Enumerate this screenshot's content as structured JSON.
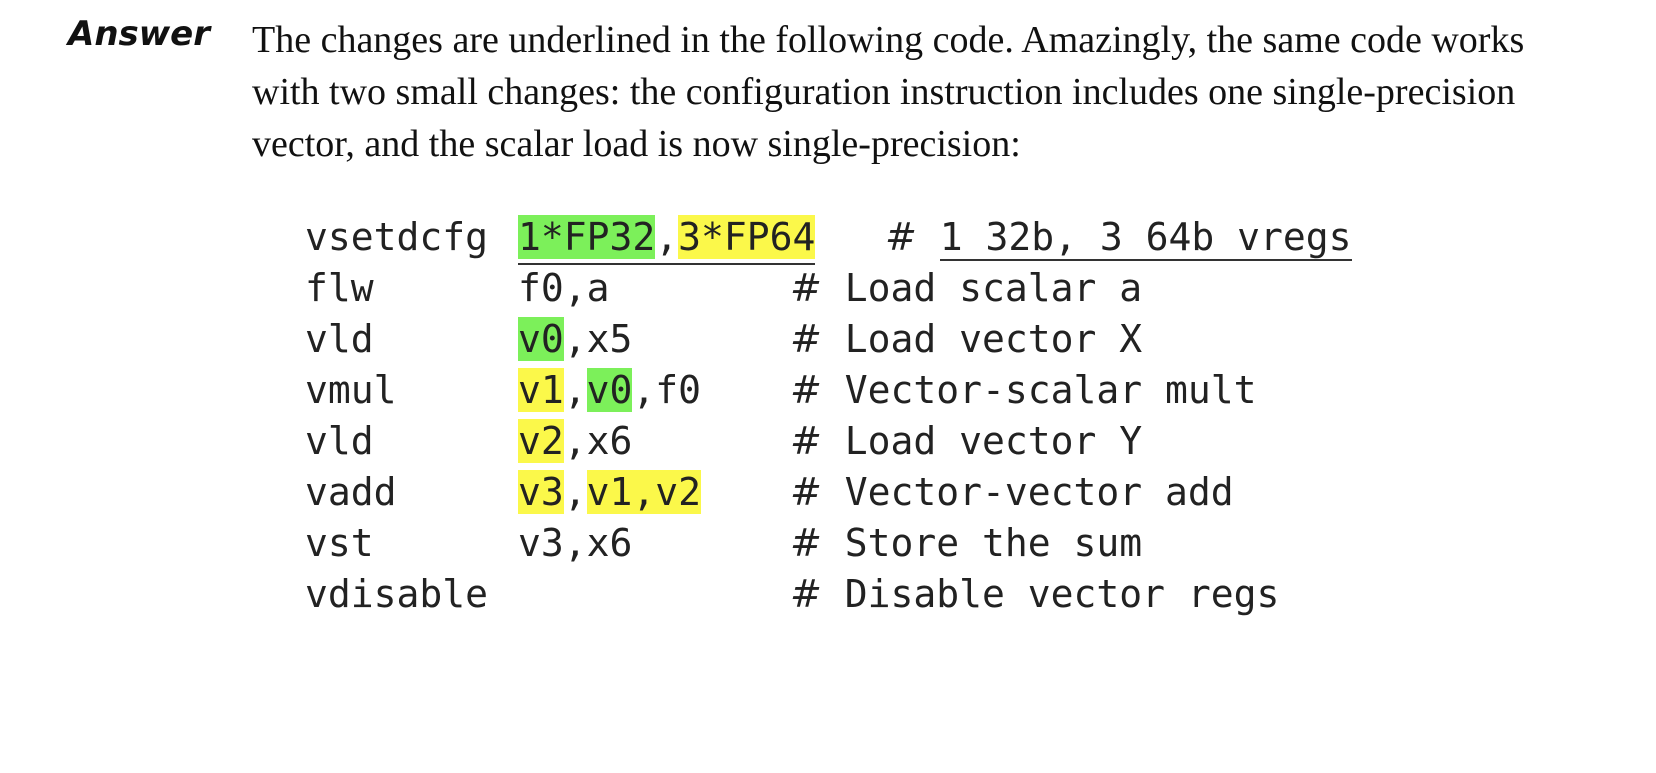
{
  "answer": {
    "label": "Answer",
    "lines": [
      "The changes are underlined in the following code. Amazingly, the same code works",
      "with two small changes: the configuration instruction includes one single-precision",
      "vector, and the scalar load is now single-precision:"
    ]
  },
  "code": [
    {
      "op": "vsetdcfg",
      "args": [
        {
          "text": "1*FP32",
          "hl": "green"
        },
        {
          "text": ","
        },
        {
          "text": "3*FP64",
          "hl": "yellow"
        }
      ],
      "hash": "#",
      "comment": "1 32b, 3 64b vregs"
    },
    {
      "op": "flw",
      "args": [
        {
          "text": "f0,a"
        }
      ],
      "hash": "#",
      "comment": "Load scalar a"
    },
    {
      "op": "vld",
      "args": [
        {
          "text": "v0",
          "hl": "green"
        },
        {
          "text": ",x5"
        }
      ],
      "hash": "#",
      "comment": "Load vector X"
    },
    {
      "op": "vmul",
      "args": [
        {
          "text": "v1",
          "hl": "yellow"
        },
        {
          "text": ","
        },
        {
          "text": "v0",
          "hl": "green"
        },
        {
          "text": ",f0"
        }
      ],
      "hash": "#",
      "comment": "Vector-scalar mult"
    },
    {
      "op": "vld",
      "args": [
        {
          "text": "v2",
          "hl": "yellow"
        },
        {
          "text": ",x6"
        }
      ],
      "hash": "#",
      "comment": "Load vector Y"
    },
    {
      "op": "vadd",
      "args": [
        {
          "text": "v3",
          "hl": "yellow"
        },
        {
          "text": ","
        },
        {
          "text": "v1,v2",
          "hl": "yellow"
        }
      ],
      "hash": "#",
      "comment": "Vector-vector add"
    },
    {
      "op": "vst",
      "args": [
        {
          "text": "v3,x6"
        }
      ],
      "hash": "#",
      "comment": "Store the sum"
    },
    {
      "op": "vdisable",
      "args": [],
      "hash": "#",
      "comment": "Disable vector regs"
    }
  ],
  "colors": {
    "green_highlight": "#7cf05a",
    "yellow_highlight": "#fbf84a"
  }
}
